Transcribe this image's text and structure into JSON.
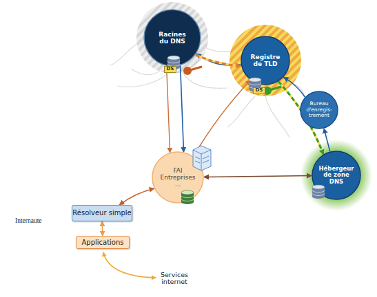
{
  "diagram": {
    "nodes": [
      {
        "text": [
          "Racines du DNS"
        ]
      },
      {
        "text": [
          "Registre de TLD"
        ]
      },
      {
        "text": [
          "Bureau d'enregis- trement"
        ]
      },
      {
        "text": [
          "FAI Entreprises ..."
        ]
      },
      {
        "text": [
          "Hébergeur de zone DNS"
        ]
      },
      {
        "text": [
          "Résolveur simple"
        ]
      },
      {
        "text": [
          "Applications"
        ]
      }
    ],
    "edges": [
      {
        "from": 1,
        "to": 0,
        "arrow": "to"
      },
      {
        "from": 0,
        "to": 1,
        "arrow": "to"
      },
      {
        "from": 0,
        "to": 3,
        "arrow": "to"
      },
      {
        "from": 3,
        "to": 0,
        "arrow": "both"
      },
      {
        "from": 3,
        "to": 1,
        "arrow": "both"
      },
      {
        "from": 1,
        "to": 4,
        "arrow": "to"
      },
      {
        "from": 2,
        "to": 1,
        "arrow": "to"
      },
      {
        "from": 4,
        "to": 2,
        "arrow": "to"
      },
      {
        "from": 3,
        "to": 4,
        "arrow": "both"
      },
      {
        "from": 3,
        "to": 5,
        "arrow": "both"
      },
      {
        "from": 5,
        "to": 6,
        "arrow": "both"
      }
    ],
    "labels": [
      "Internaute",
      "Services internet",
      "DS",
      "DS"
    ]
  }
}
